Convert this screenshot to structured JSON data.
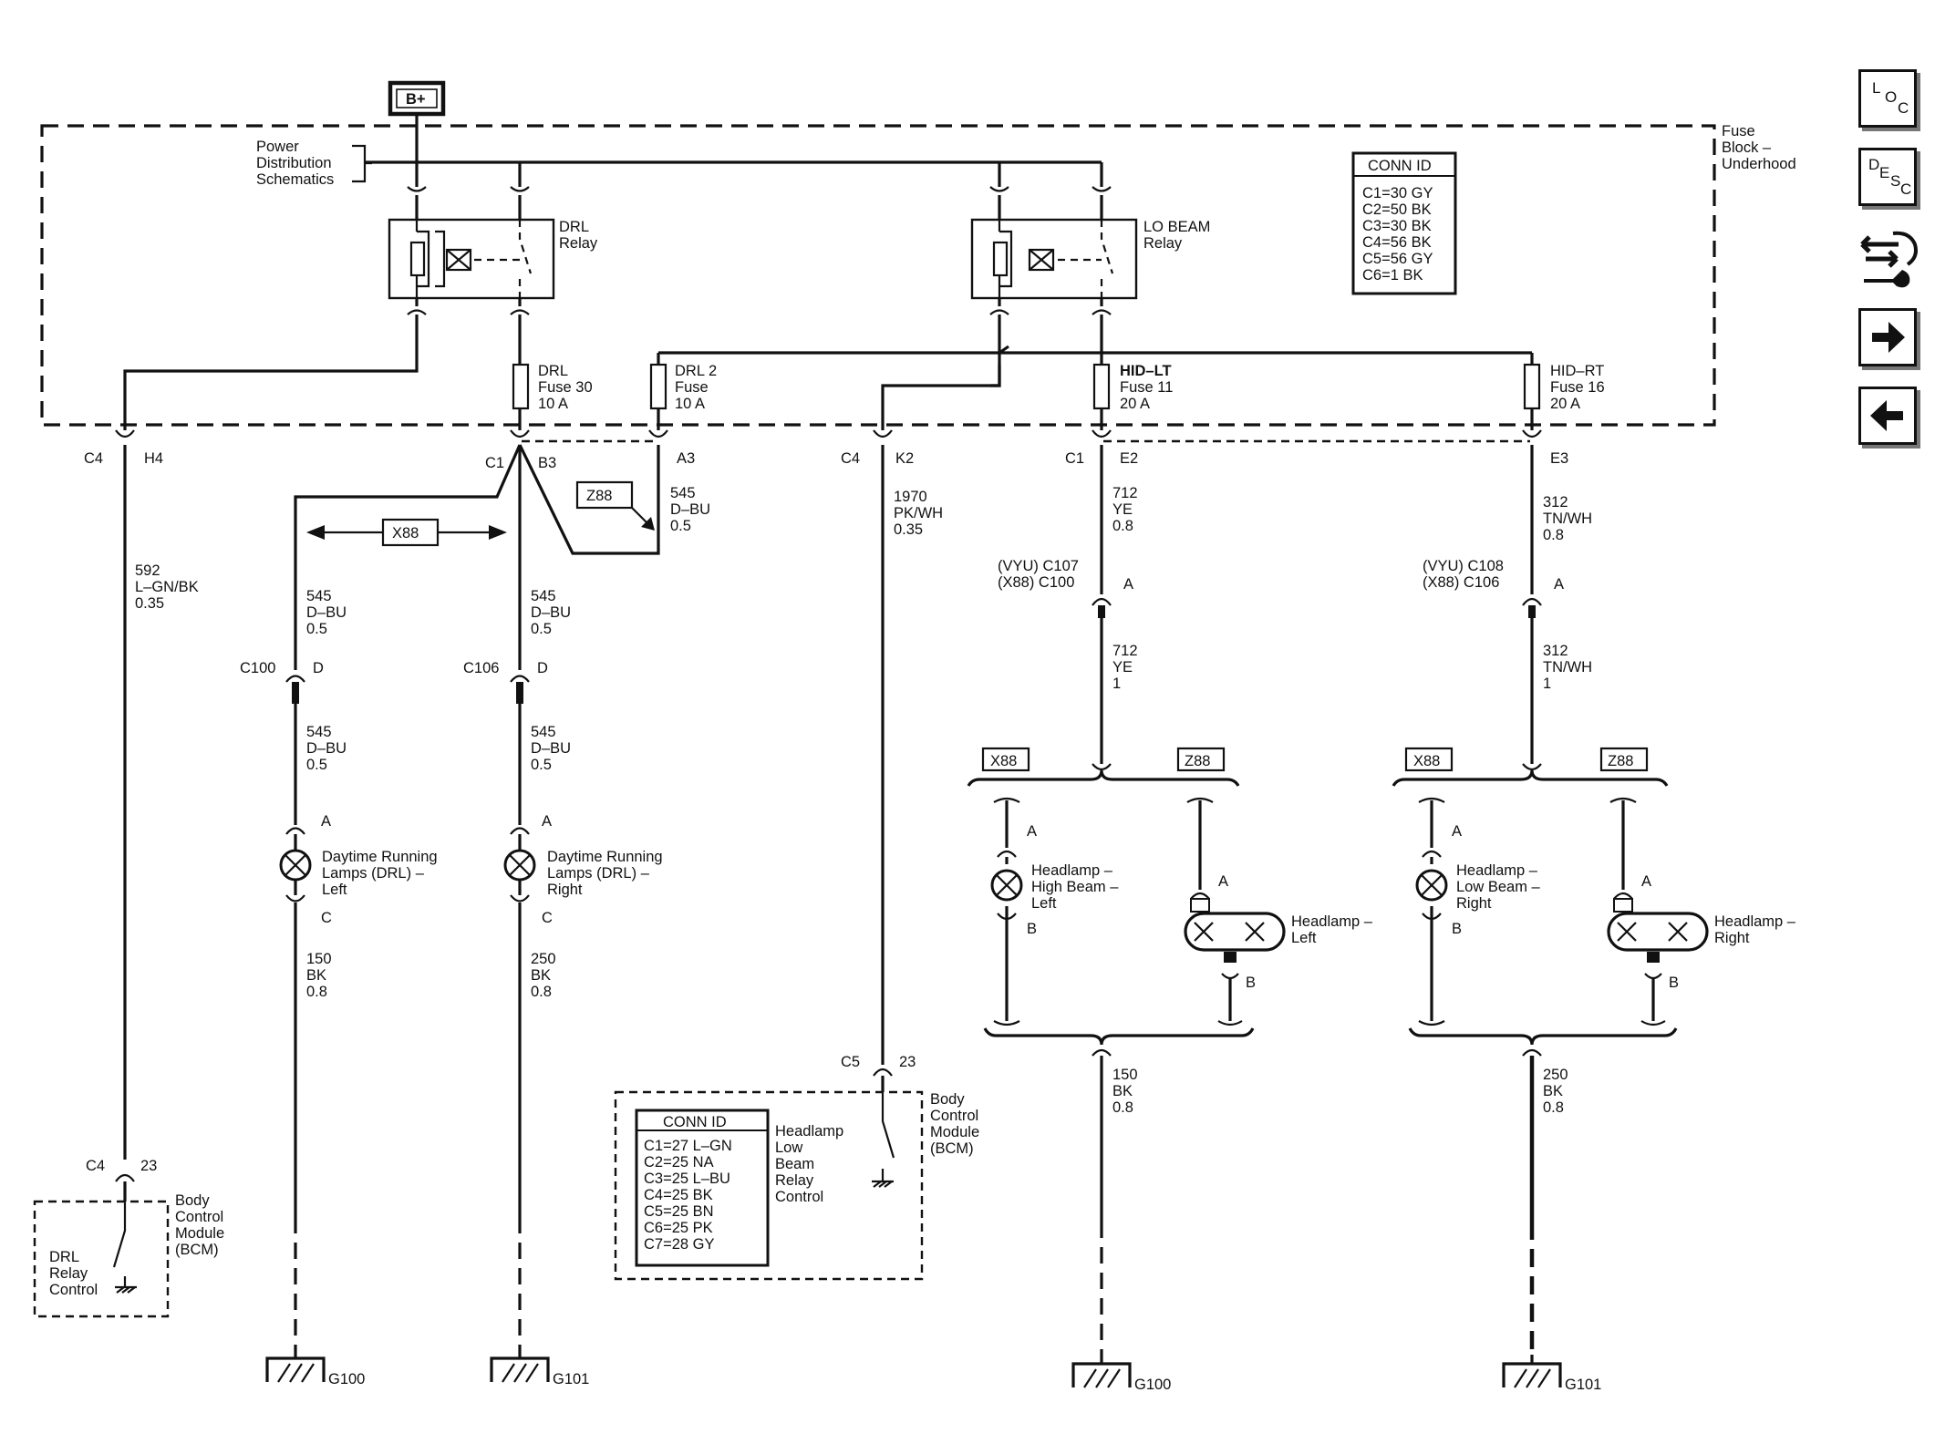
{
  "power": {
    "bplus": "B+",
    "distribution": [
      "Power",
      "Distribution",
      "Schematics"
    ]
  },
  "fuse_block": {
    "label": [
      "Fuse",
      "Block –",
      "Underhood"
    ]
  },
  "relays": {
    "drl": [
      "DRL",
      "Relay"
    ],
    "lo_beam": [
      "LO BEAM",
      "Relay"
    ]
  },
  "fuses": {
    "drl": [
      "DRL",
      "Fuse 30",
      "10 A"
    ],
    "drl2": [
      "DRL 2",
      "Fuse",
      "10 A"
    ],
    "hid_lt": [
      "HID–LT",
      "Fuse 11",
      "20 A"
    ],
    "hid_rt": [
      "HID–RT",
      "Fuse 16",
      "20 A"
    ]
  },
  "conn_top": {
    "title": "CONN ID",
    "rows": [
      "C1=30 GY",
      "C2=50 BK",
      "C3=30 BK",
      "C4=56 BK",
      "C5=56 GY",
      "C6=1 BK"
    ]
  },
  "conn_bcm": {
    "title": "CONN ID",
    "rows": [
      "C1=27 L–GN",
      "C2=25 NA",
      "C3=25 L–BU",
      "C4=25 BK",
      "C5=25 BN",
      "C6=25 PK",
      "C7=28 GY"
    ]
  },
  "options": {
    "x88": "X88",
    "z88": "Z88"
  },
  "connectors": {
    "c4_h4": [
      "C4",
      "H4"
    ],
    "c1_b3": [
      "C1",
      "B3"
    ],
    "a3": "A3",
    "c4_k2": [
      "C4",
      "K2"
    ],
    "c1_e2": [
      "C1",
      "E2"
    ],
    "e3": "E3",
    "c100_d": [
      "C100",
      "D"
    ],
    "c106_d": [
      "C106",
      "D"
    ],
    "c107": [
      "(VYU) C107",
      "(X88)  C100",
      "A"
    ],
    "c108": [
      "(VYU) C108",
      "(X88)  C106",
      "A"
    ],
    "c5_23": [
      "C5",
      "23"
    ],
    "c4_23": [
      "C4",
      "23"
    ]
  },
  "wires": {
    "w592": [
      "592",
      "L–GN/BK",
      "0.35"
    ],
    "w545_a": [
      "545",
      "D–BU",
      "0.5"
    ],
    "w545_b": [
      "545",
      "D–BU",
      "0.5"
    ],
    "w545_c": [
      "545",
      "D–BU",
      "0.5"
    ],
    "w545_d": [
      "545",
      "D–BU",
      "0.5"
    ],
    "w545_e": [
      "545",
      "D–BU",
      "0.5"
    ],
    "w1970": [
      "1970",
      "PK/WH",
      "0.35"
    ],
    "w712_a": [
      "712",
      "YE",
      "0.8"
    ],
    "w712_b": [
      "712",
      "YE",
      "1"
    ],
    "w312_a": [
      "312",
      "TN/WH",
      "0.8"
    ],
    "w312_b": [
      "312",
      "TN/WH",
      "1"
    ],
    "w150_l": [
      "150",
      "BK",
      "0.8"
    ],
    "w250_l": [
      "250",
      "BK",
      "0.8"
    ],
    "w150_r": [
      "150",
      "BK",
      "0.8"
    ],
    "w250_r": [
      "250",
      "BK",
      "0.8"
    ]
  },
  "lamps": {
    "drl_left": [
      "Daytime Running",
      "Lamps (DRL) –",
      "Left"
    ],
    "drl_right": [
      "Daytime Running",
      "Lamps (DRL) –",
      "Right"
    ],
    "hb_left": [
      "Headlamp –",
      "High Beam –",
      "Left"
    ],
    "lb_right": [
      "Headlamp –",
      "Low Beam –",
      "Right"
    ],
    "hl_left": [
      "Headlamp –",
      "Left"
    ],
    "hl_right": [
      "Headlamp –",
      "Right"
    ]
  },
  "pins": {
    "a": "A",
    "b": "B",
    "c": "C"
  },
  "bcm": {
    "label": [
      "Body",
      "Control",
      "Module",
      "(BCM)"
    ],
    "lo_ctrl": [
      "Headlamp",
      "Low",
      "Beam",
      "Relay",
      "Control"
    ],
    "drl_ctrl": [
      "DRL",
      "Relay",
      "Control"
    ]
  },
  "grounds": {
    "g100": "G100",
    "g101": "G101"
  },
  "nav": {
    "loc": [
      "L",
      "O",
      "C"
    ],
    "desc": [
      "D",
      "E",
      "S",
      "C"
    ],
    "schematic_icon": "schematic-wrench-icon",
    "next_icon": "arrow-right-icon",
    "prev_icon": "arrow-left-icon"
  }
}
